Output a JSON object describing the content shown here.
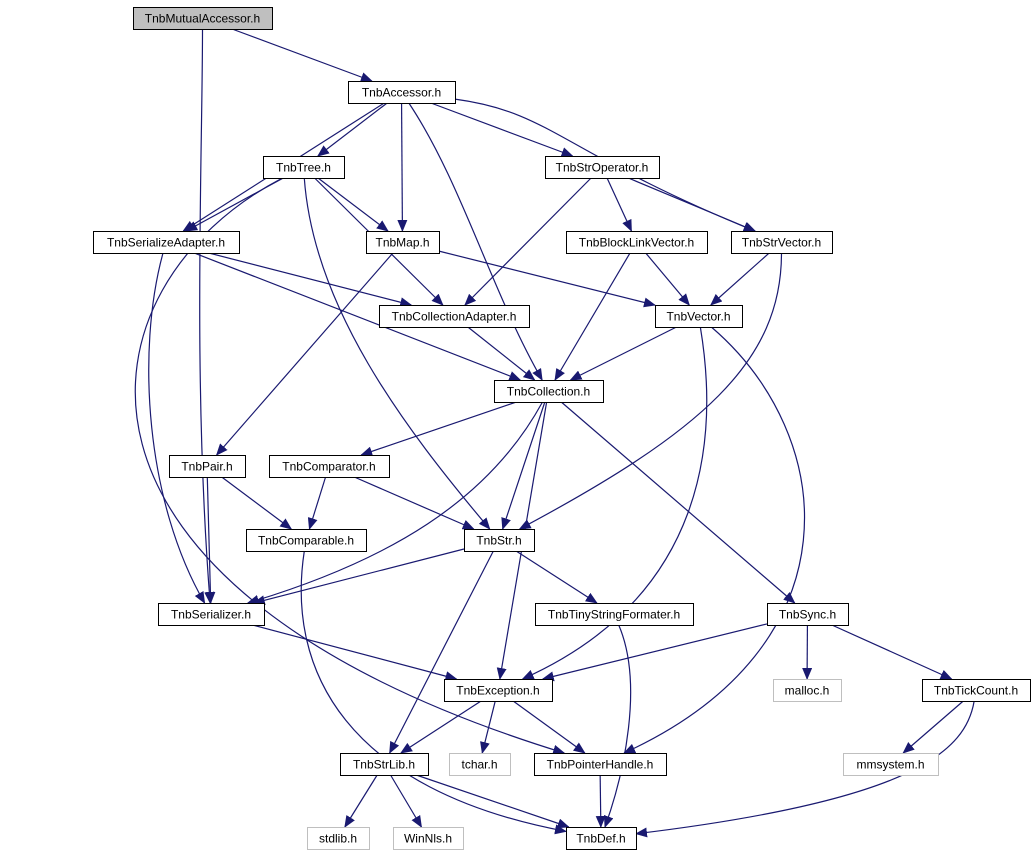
{
  "colors": {
    "edge": "#191970",
    "box": "#000000",
    "box_external": "#bfbfbf",
    "fill_highlight": "#bfbfbf",
    "fill": "#ffffff",
    "text_external": "#808080"
  },
  "nodes": [
    {
      "id": "mutual",
      "label": "TnbMutualAccessor.h",
      "kind": "root"
    },
    {
      "id": "accessor",
      "label": "TnbAccessor.h",
      "kind": "header"
    },
    {
      "id": "tree",
      "label": "TnbTree.h",
      "kind": "header"
    },
    {
      "id": "stroperator",
      "label": "TnbStrOperator.h",
      "kind": "header"
    },
    {
      "id": "serializeadapter",
      "label": "TnbSerializeAdapter.h",
      "kind": "header"
    },
    {
      "id": "map",
      "label": "TnbMap.h",
      "kind": "header"
    },
    {
      "id": "blocklink",
      "label": "TnbBlockLinkVector.h",
      "kind": "header"
    },
    {
      "id": "strvector",
      "label": "TnbStrVector.h",
      "kind": "header"
    },
    {
      "id": "collectionadapter",
      "label": "TnbCollectionAdapter.h",
      "kind": "header"
    },
    {
      "id": "vector",
      "label": "TnbVector.h",
      "kind": "header"
    },
    {
      "id": "collection",
      "label": "TnbCollection.h",
      "kind": "header"
    },
    {
      "id": "pair",
      "label": "TnbPair.h",
      "kind": "header"
    },
    {
      "id": "comparator",
      "label": "TnbComparator.h",
      "kind": "header"
    },
    {
      "id": "comparable",
      "label": "TnbComparable.h",
      "kind": "header"
    },
    {
      "id": "str",
      "label": "TnbStr.h",
      "kind": "header"
    },
    {
      "id": "serializer",
      "label": "TnbSerializer.h",
      "kind": "header"
    },
    {
      "id": "tinystring",
      "label": "TnbTinyStringFormater.h",
      "kind": "header"
    },
    {
      "id": "sync",
      "label": "TnbSync.h",
      "kind": "header"
    },
    {
      "id": "malloc",
      "label": "malloc.h",
      "kind": "external"
    },
    {
      "id": "tickcount",
      "label": "TnbTickCount.h",
      "kind": "header"
    },
    {
      "id": "exception",
      "label": "TnbException.h",
      "kind": "header"
    },
    {
      "id": "tchar",
      "label": "tchar.h",
      "kind": "external"
    },
    {
      "id": "strlib",
      "label": "TnbStrLib.h",
      "kind": "header"
    },
    {
      "id": "pointerhandle",
      "label": "TnbPointerHandle.h",
      "kind": "header"
    },
    {
      "id": "mmsystem",
      "label": "mmsystem.h",
      "kind": "external"
    },
    {
      "id": "stdlib",
      "label": "stdlib.h",
      "kind": "external"
    },
    {
      "id": "winnls",
      "label": "WinNls.h",
      "kind": "external"
    },
    {
      "id": "def",
      "label": "TnbDef.h",
      "kind": "header"
    }
  ],
  "edges": [
    [
      "mutual",
      "accessor"
    ],
    [
      "mutual",
      "serializer"
    ],
    [
      "accessor",
      "tree"
    ],
    [
      "accessor",
      "serializeadapter"
    ],
    [
      "accessor",
      "map"
    ],
    [
      "accessor",
      "stroperator"
    ],
    [
      "accessor",
      "strvector"
    ],
    [
      "accessor",
      "collection"
    ],
    [
      "tree",
      "serializeadapter"
    ],
    [
      "tree",
      "map"
    ],
    [
      "tree",
      "collectionadapter"
    ],
    [
      "tree",
      "str"
    ],
    [
      "tree",
      "pointerhandle"
    ],
    [
      "stroperator",
      "blocklink"
    ],
    [
      "stroperator",
      "strvector"
    ],
    [
      "stroperator",
      "collectionadapter"
    ],
    [
      "serializeadapter",
      "collectionadapter"
    ],
    [
      "serializeadapter",
      "collection"
    ],
    [
      "serializeadapter",
      "serializer"
    ],
    [
      "map",
      "vector"
    ],
    [
      "map",
      "pair"
    ],
    [
      "blocklink",
      "vector"
    ],
    [
      "blocklink",
      "collection"
    ],
    [
      "strvector",
      "vector"
    ],
    [
      "strvector",
      "str"
    ],
    [
      "collectionadapter",
      "collection"
    ],
    [
      "vector",
      "collection"
    ],
    [
      "vector",
      "exception"
    ],
    [
      "vector",
      "pointerhandle"
    ],
    [
      "collection",
      "comparator"
    ],
    [
      "collection",
      "str"
    ],
    [
      "collection",
      "serializer"
    ],
    [
      "collection",
      "exception"
    ],
    [
      "collection",
      "sync"
    ],
    [
      "pair",
      "comparable"
    ],
    [
      "pair",
      "serializer"
    ],
    [
      "comparator",
      "comparable"
    ],
    [
      "comparator",
      "str"
    ],
    [
      "comparable",
      "def"
    ],
    [
      "str",
      "serializer"
    ],
    [
      "str",
      "tinystring"
    ],
    [
      "str",
      "strlib"
    ],
    [
      "serializer",
      "exception"
    ],
    [
      "tinystring",
      "def"
    ],
    [
      "sync",
      "exception"
    ],
    [
      "sync",
      "malloc"
    ],
    [
      "sync",
      "tickcount"
    ],
    [
      "tickcount",
      "mmsystem"
    ],
    [
      "tickcount",
      "def"
    ],
    [
      "exception",
      "strlib"
    ],
    [
      "exception",
      "tchar"
    ],
    [
      "exception",
      "pointerhandle"
    ],
    [
      "strlib",
      "stdlib"
    ],
    [
      "strlib",
      "winnls"
    ],
    [
      "strlib",
      "def"
    ],
    [
      "pointerhandle",
      "def"
    ]
  ]
}
